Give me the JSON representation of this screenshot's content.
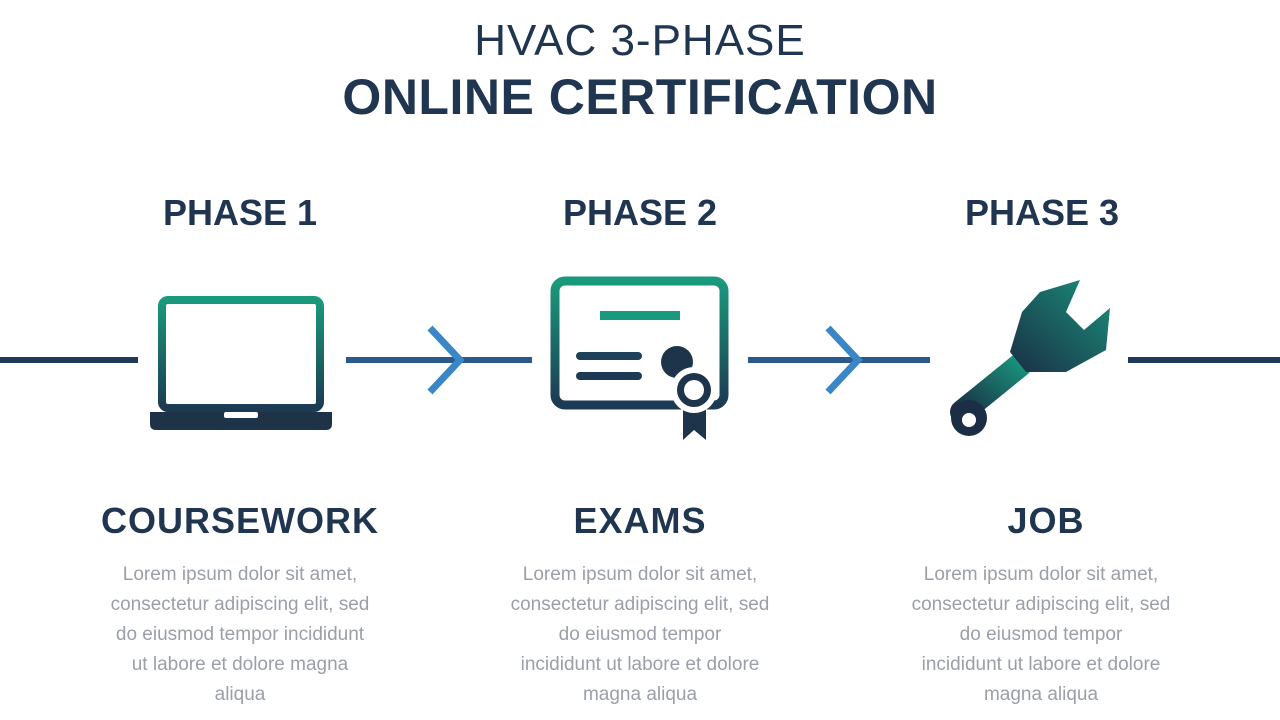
{
  "header": {
    "line1": "HVAC 3-PHASE",
    "line2": "ONLINE CERTIFICATION"
  },
  "phases": [
    {
      "label": "PHASE 1",
      "name": "COURSEWORK",
      "icon": "laptop-icon",
      "description": [
        "Lorem ipsum dolor sit amet,",
        "consectetur adipiscing elit, sed",
        "do eiusmod tempor incididunt",
        "ut labore et dolore magna",
        "aliqua"
      ]
    },
    {
      "label": "PHASE 2",
      "name": "EXAMS",
      "icon": "certificate-icon",
      "description": [
        "Lorem ipsum dolor sit amet,",
        "consectetur adipiscing elit, sed",
        "do eiusmod tempor",
        "incididunt ut labore et dolore",
        "magna aliqua"
      ]
    },
    {
      "label": "PHASE 3",
      "name": "JOB",
      "icon": "wrench-icon",
      "description": [
        "Lorem ipsum dolor sit amet,",
        "consectetur adipiscing elit, sed",
        "do eiusmod tempor",
        "incididunt ut labore et dolore",
        "magna aliqua"
      ]
    }
  ],
  "colors": {
    "navy": "#1f3550",
    "teal": "#1a8f7a",
    "arrow_blue": "#3a7fc1",
    "text_gray": "#9aa0a7"
  }
}
